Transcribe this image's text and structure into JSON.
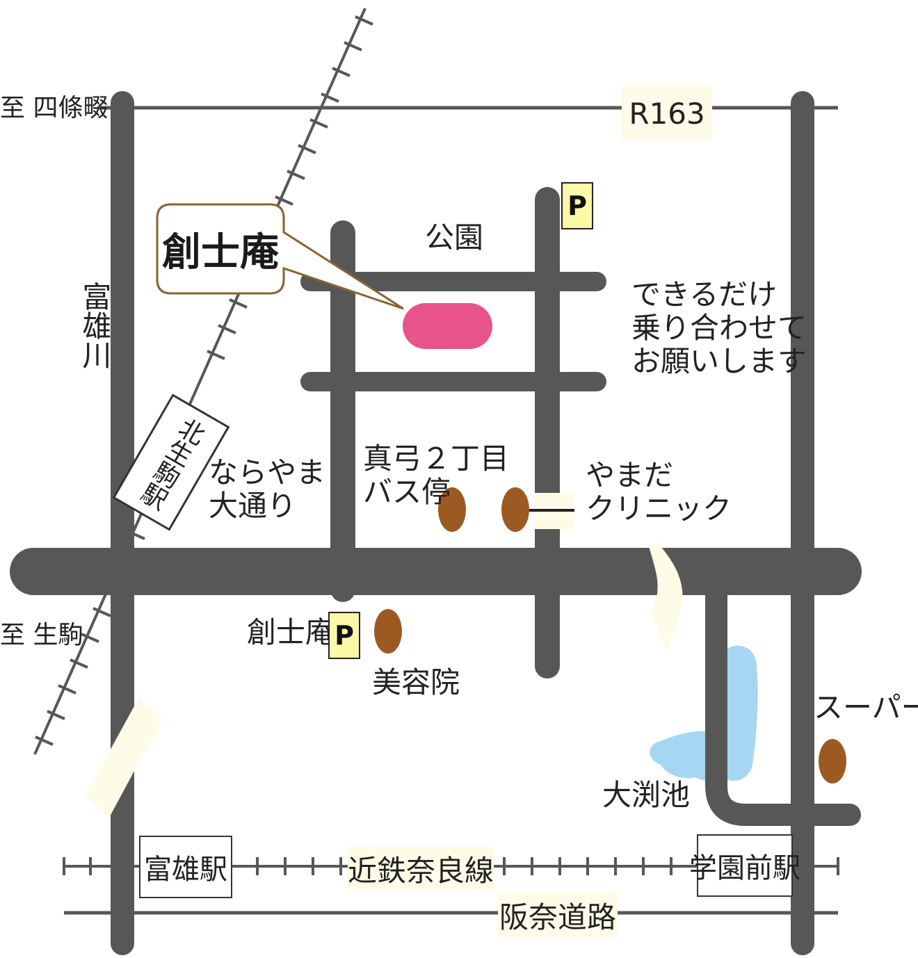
{
  "directions": {
    "shijonawate": "至 四條畷",
    "ikoma": "至 生駒"
  },
  "roads": {
    "r163": "R163",
    "narayama": "ならやま\n大通り",
    "hanna": "阪奈道路"
  },
  "river": "富雄川",
  "railway": {
    "kintetsu_nara_line": "近鉄奈良線",
    "tomio_station": "富雄駅",
    "gakuenmae_station": "学園前駅",
    "kita_ikoma_station": "北生駒駅"
  },
  "destination": {
    "name": "創士庵",
    "parking_label": "創士庵",
    "parking_icon": "P",
    "marker_color": "#e8548a"
  },
  "landmarks": {
    "park": "公園",
    "bus_stop": "真弓２丁目\nバス停",
    "clinic": "やまだ\nクリニック",
    "salon": "美容院",
    "supermarket": "スーパー",
    "pond": "大渕池",
    "parking_icon": "P"
  },
  "notice": "できるだけ\n乗り合わせて\nお願いします",
  "colors": {
    "road": "#575757",
    "landmark": "#9c5a22",
    "pond": "#a6d7f2",
    "parking_bg": "#fdf7a8",
    "callout_border": "#8a6232",
    "label_bg": "#fefbe6"
  }
}
